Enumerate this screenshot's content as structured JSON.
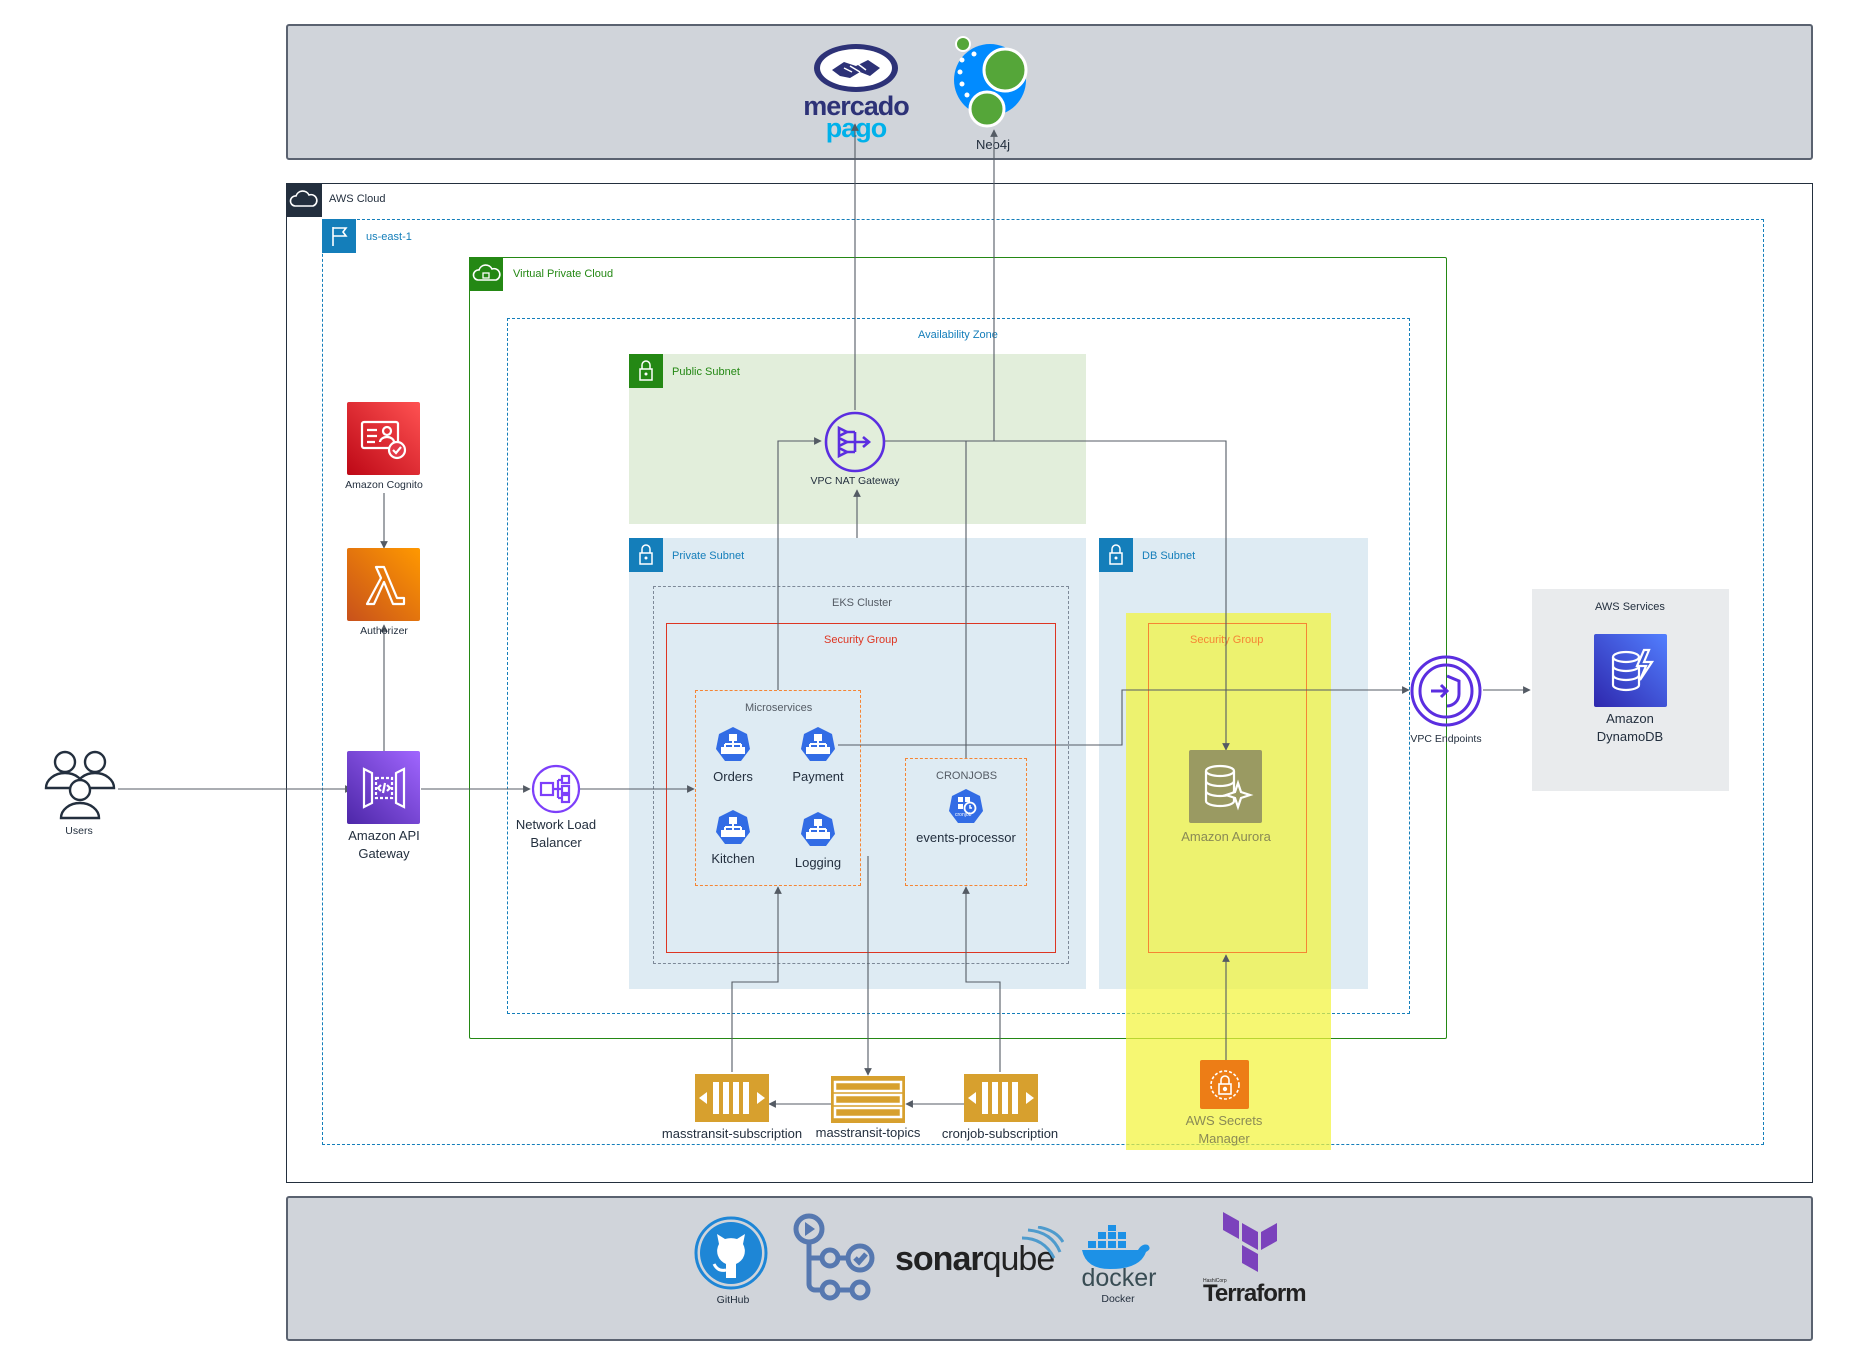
{
  "external": {
    "mercadopago": {
      "line1": "mercado",
      "line2": "pago"
    },
    "neo4j": {
      "label": "Neo4j"
    }
  },
  "groups": {
    "aws_cloud": "AWS Cloud",
    "region": "us-east-1",
    "vpc": "Virtual Private Cloud",
    "az": "Availability Zone",
    "public_subnet": "Public Subnet",
    "private_subnet": "Private Subnet",
    "db_subnet": "DB Subnet",
    "eks": "EKS Cluster",
    "sg_eks": "Security Group",
    "sg_db": "Security Group",
    "microservices": "Microservices",
    "cronjobs": "CRONJOBS",
    "aws_services": "AWS Services"
  },
  "nodes": {
    "users": "Users",
    "cognito": "Amazon Cognito",
    "authorizer": "Authorizer",
    "api_gateway": "Amazon API\nGateway",
    "nlb": "Network Load\nBalancer",
    "nat": "VPC NAT Gateway",
    "orders": "Orders",
    "payment": "Payment",
    "kitchen": "Kitchen",
    "logging": "Logging",
    "events_processor": "events-processor",
    "cronjob_badge": "cronjob",
    "aurora": "Amazon Aurora",
    "vpc_endpoints": "VPC Endpoints",
    "dynamodb": "Amazon\nDynamoDB",
    "masstransit_subscription": "masstransit-subscription",
    "masstransit_topics": "masstransit-topics",
    "cronjob_subscription": "cronjob-subscription",
    "secrets_manager": "AWS Secrets\nManager"
  },
  "tools": {
    "github": "GitHub",
    "sonarqube_a": "sonar",
    "sonarqube_b": "qube",
    "docker_word": "docker",
    "docker_caption": "Docker",
    "hashicorp": "HashiCorp",
    "terraform": "Terraform"
  },
  "colors": {
    "aws_dark": "#232f3e",
    "region_blue": "#147eba",
    "vpc_green": "#248814",
    "public_fill": "#e2eedb",
    "private_fill": "#deebf3",
    "sg_red": "#dd3522",
    "orange_dash": "#f58534",
    "highlight_yellow": "#f2f46a",
    "cognito_red": "#dd344c",
    "lambda_orange": "#ed7100",
    "apigw_purple": "#8c4fff",
    "network_purple": "#5b2ee0",
    "k8s_blue": "#326ce5",
    "db_blue": "#3b48cc",
    "sqs_gold": "#d7a02e",
    "mp_navy": "#2d3277",
    "mp_cyan": "#00b1ea",
    "neo4j_blue": "#018bff",
    "neo4j_green": "#55a639",
    "github_blue": "#1e86d6",
    "terraform_purple": "#7b42bc"
  }
}
